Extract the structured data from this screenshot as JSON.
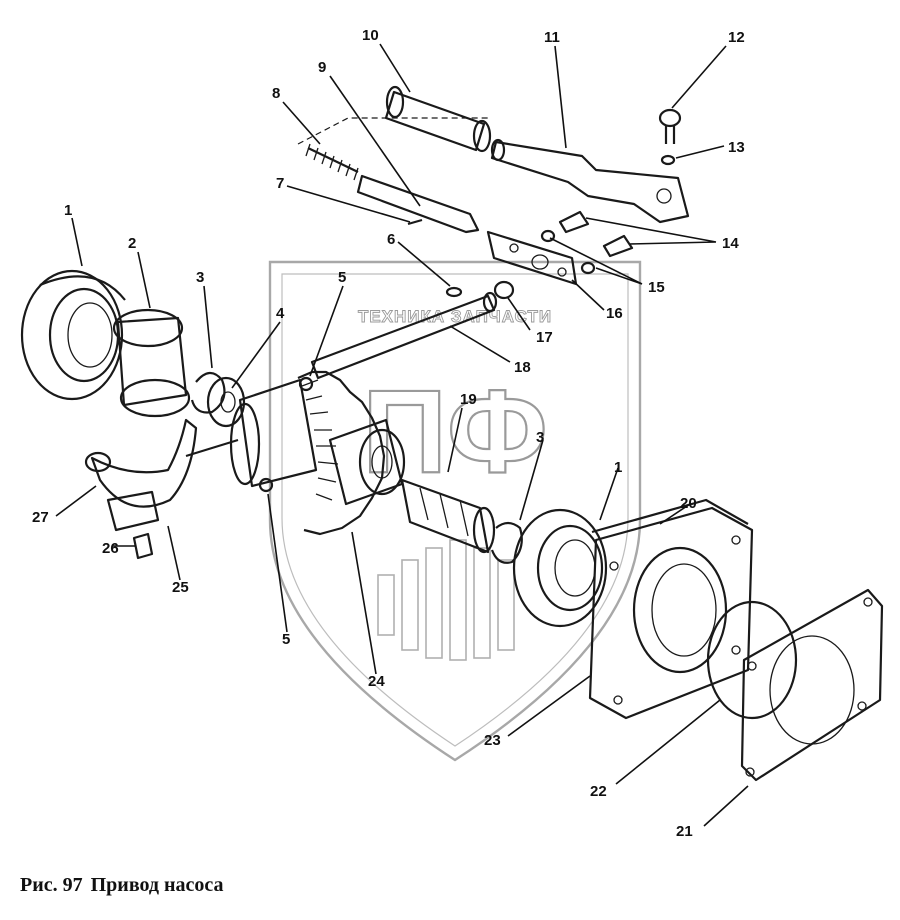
{
  "figure": {
    "number_label": "Рис. 97",
    "title": "Привод насоса"
  },
  "watermark": {
    "line": "ТЕХНИКА  ЗАПЧАСТИ",
    "monogram": "ПФ"
  },
  "callouts": [
    {
      "id": "c1a",
      "label": "1"
    },
    {
      "id": "c2",
      "label": "2"
    },
    {
      "id": "c3a",
      "label": "3"
    },
    {
      "id": "c4",
      "label": "4"
    },
    {
      "id": "c5a",
      "label": "5"
    },
    {
      "id": "c6",
      "label": "6"
    },
    {
      "id": "c7",
      "label": "7"
    },
    {
      "id": "c8",
      "label": "8"
    },
    {
      "id": "c9",
      "label": "9"
    },
    {
      "id": "c10",
      "label": "10"
    },
    {
      "id": "c11",
      "label": "11"
    },
    {
      "id": "c12",
      "label": "12"
    },
    {
      "id": "c13",
      "label": "13"
    },
    {
      "id": "c14",
      "label": "14"
    },
    {
      "id": "c15",
      "label": "15"
    },
    {
      "id": "c16",
      "label": "16"
    },
    {
      "id": "c17",
      "label": "17"
    },
    {
      "id": "c18",
      "label": "18"
    },
    {
      "id": "c19",
      "label": "19"
    },
    {
      "id": "c3b",
      "label": "3"
    },
    {
      "id": "c1b",
      "label": "1"
    },
    {
      "id": "c20",
      "label": "20"
    },
    {
      "id": "c27",
      "label": "27"
    },
    {
      "id": "c26",
      "label": "26"
    },
    {
      "id": "c25",
      "label": "25"
    },
    {
      "id": "c5b",
      "label": "5"
    },
    {
      "id": "c24",
      "label": "24"
    },
    {
      "id": "c23",
      "label": "23"
    },
    {
      "id": "c22",
      "label": "22"
    },
    {
      "id": "c21",
      "label": "21"
    }
  ],
  "colors": {
    "ink": "#1a1a1a",
    "watermark": "#9a9a9a",
    "background": "#ffffff"
  }
}
